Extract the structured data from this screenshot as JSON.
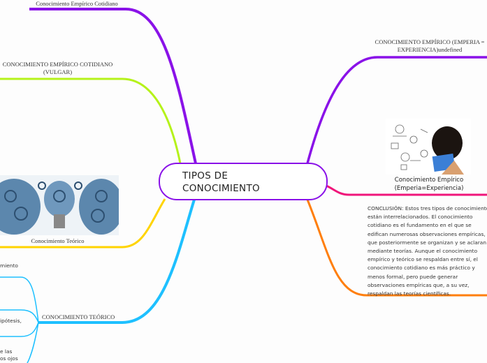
{
  "central": {
    "title": "TIPOS DE CONOCIMIENTO",
    "line1": "TIPOS DE",
    "line2": "CONOCIMIENTO"
  },
  "left": {
    "cotidiano_top": "Conocimiento Empírico Cotidiano",
    "vulgar_line1": "CONOCIMIENTO EMPÍRICO COTIDIANO",
    "vulgar_line2": "(VULGAR)",
    "teorico_image_caption": "Conocimiento Teórico",
    "teorico": "CONOCIMIENTO TEÓRICO",
    "sub1": "miento",
    "sub2": "ipótesis,",
    "sub3_line1": "e las",
    "sub3_line2": "os ojos"
  },
  "right": {
    "empirico_line1": "CONOCIMIENTO EMPÍRICO (EMPERIA =",
    "empirico_line2": "EXPERIENCIA)undefined",
    "image_caption_line1": "Conocimiento Empírico",
    "image_caption_line2": "(Emperia=Experiencia)",
    "conclusion": [
      "CONCLUSIÓN: Estos tres tipos de conocimiento",
      "están interrelacionados. El conocimiento",
      "cotidiano es el fundamento en el que se",
      "edifican numerosas observaciones empíricas,",
      "que posteriormente se organizan y se aclaran",
      "mediante teorías. Aunque el conocimiento",
      "empírico y teórico se respaldan entre sí, el",
      "conocimiento cotidiano es más práctico y",
      "menos formal, pero puede generar",
      "observaciones empíricas que, a su vez,",
      "respaldan las teorías científicas."
    ]
  },
  "colors": {
    "purple": "#8a12e8",
    "lime": "#b5f21a",
    "yellow": "#ffd400",
    "blue": "#1ec0ff",
    "pink": "#f0157a",
    "orange": "#ff7f0e"
  }
}
